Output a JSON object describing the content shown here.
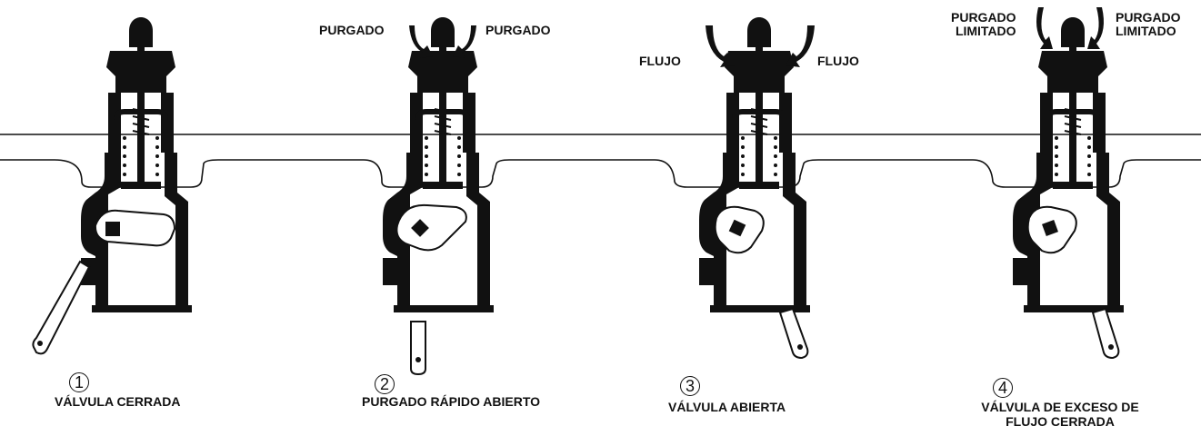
{
  "stages": [
    {
      "number": "1",
      "caption": "VÁLVULA CERRADA",
      "arrow_labels": []
    },
    {
      "number": "2",
      "caption": "PURGADO RÁPIDO ABIERTO",
      "arrow_labels": [
        "PURGADO",
        "PURGADO"
      ]
    },
    {
      "number": "3",
      "caption": "VÁLVULA ABIERTA",
      "arrow_labels": [
        "FLUJO",
        "FLUJO"
      ]
    },
    {
      "number": "4",
      "caption": "VÁLVULA DE EXCESO DE FLUJO CERRADA",
      "arrow_labels": [
        "PURGADO\nLIMITADO",
        "PURGADO\nLIMITADO"
      ]
    }
  ],
  "colors": {
    "ink": "#111111",
    "paper": "#ffffff"
  }
}
